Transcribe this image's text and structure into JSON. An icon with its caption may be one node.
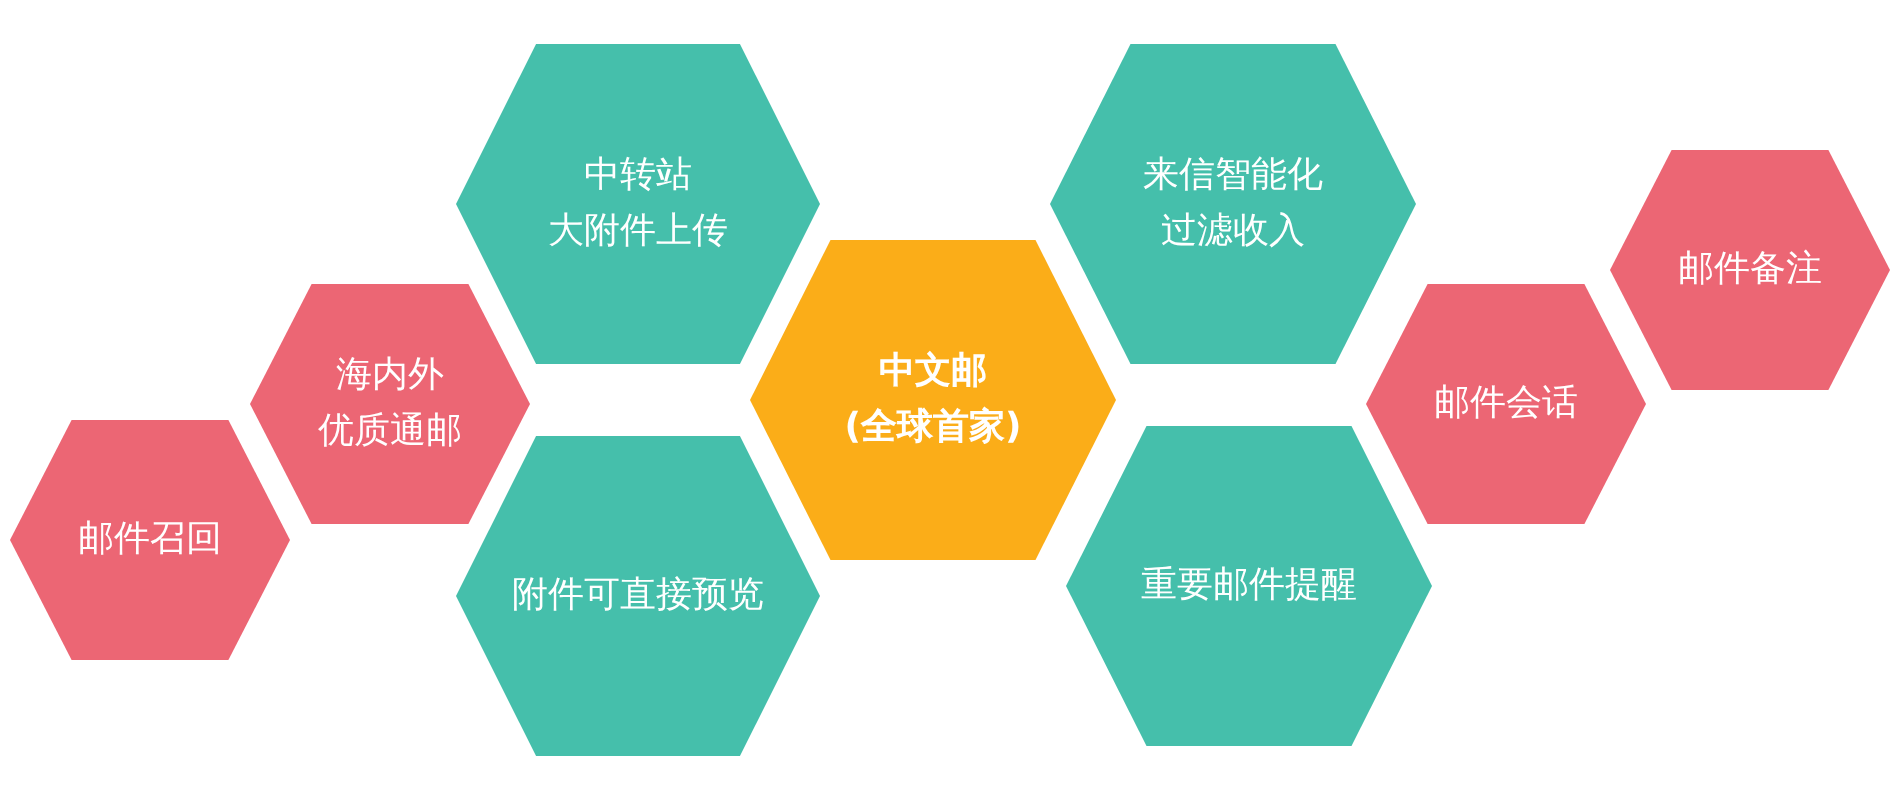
{
  "diagram": {
    "nodes": [
      {
        "text": [
          "邮件召回"
        ]
      },
      {
        "text": [
          "海内外",
          "优质通邮"
        ]
      },
      {
        "text": [
          "中转站",
          "大附件上传"
        ]
      },
      {
        "text": [
          "附件可直接预览"
        ]
      },
      {
        "text": [
          "中文邮",
          "(全球首家)"
        ]
      },
      {
        "text": [
          "来信智能化",
          "过滤收入"
        ]
      },
      {
        "text": [
          "重要邮件提醒"
        ]
      },
      {
        "text": [
          "邮件会话"
        ]
      },
      {
        "text": [
          "邮件备注"
        ]
      }
    ]
  }
}
